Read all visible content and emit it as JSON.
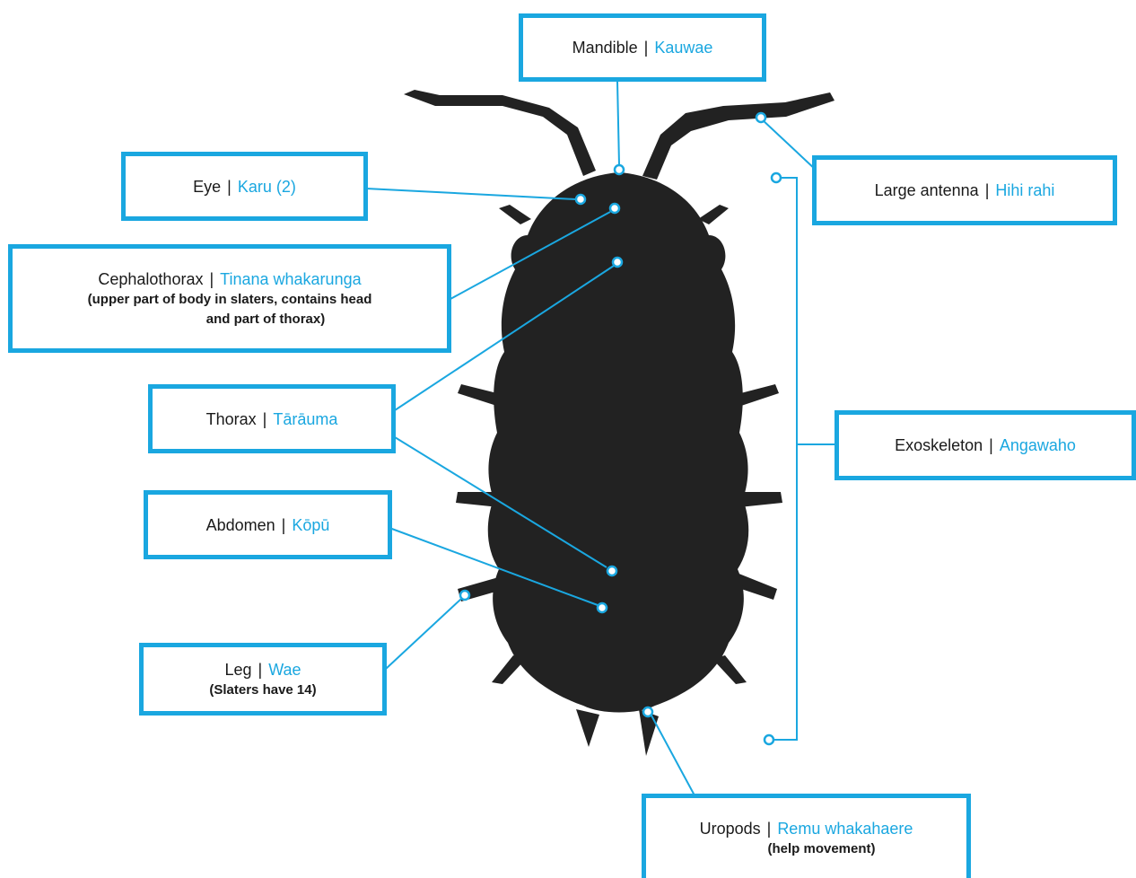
{
  "accent_color": "#1aa7e0",
  "silhouette_color": "#222222",
  "separator": "|",
  "labels": {
    "mandible": {
      "en": "Mandible",
      "mi": "Kauwae"
    },
    "antenna": {
      "en": "Large antenna",
      "mi": "Hihi rahi"
    },
    "eye": {
      "en": "Eye",
      "mi": "Karu (2)"
    },
    "cephalothorax": {
      "en": "Cephalothorax",
      "mi": "Tinana whakarunga",
      "note_line1": "(upper part of body in slaters, contains head",
      "note_line2": "and part of thorax)"
    },
    "thorax": {
      "en": "Thorax",
      "mi": "Tārāuma"
    },
    "exoskeleton": {
      "en": "Exoskeleton",
      "mi": "Angawaho"
    },
    "abdomen": {
      "en": "Abdomen",
      "mi": "Kōpū"
    },
    "leg": {
      "en": "Leg",
      "mi": "Wae",
      "note": "(Slaters have 14)"
    },
    "uropods": {
      "en": "Uropods",
      "mi": "Remu whakahaere",
      "note": "(help movement)"
    }
  }
}
